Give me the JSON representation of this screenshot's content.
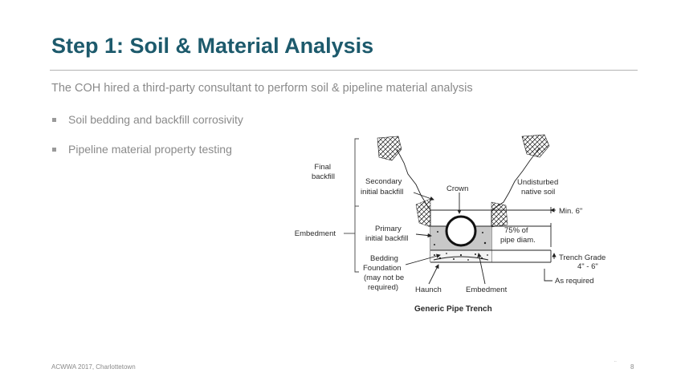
{
  "slide": {
    "title": "Step 1: Soil & Material Analysis",
    "subtitle": "The COH hired a third-party consultant to perform soil & pipeline material analysis",
    "bullets": [
      "Soil bedding and backfill corrosivity",
      "Pipeline material property testing"
    ],
    "footer_left": "ACWWA 2017, Charlottetown",
    "footer_mark": "¨",
    "page_number": "8"
  },
  "diagram": {
    "caption": "Generic Pipe Trench",
    "labels": {
      "final_backfill": [
        "Final",
        "backfill"
      ],
      "embedment_left": "Embedment",
      "secondary_initial_backfill": [
        "Secondary",
        "initial backfill"
      ],
      "crown": "Crown",
      "undisturbed_native_soil": [
        "Undisturbed",
        "native soil"
      ],
      "min_6": "Min. 6\"",
      "primary_initial_backfill": [
        "Primary",
        "initial backfill"
      ],
      "pipe_diam": [
        "75% of",
        "pipe diam."
      ],
      "trench_grade": [
        "Trench Grade",
        "4\" - 6\""
      ],
      "bedding_foundation": [
        "Bedding",
        "Foundation",
        "(may not be",
        "required)"
      ],
      "haunch": "Haunch",
      "embedment_bottom": "Embedment",
      "as_required": "As required"
    }
  }
}
